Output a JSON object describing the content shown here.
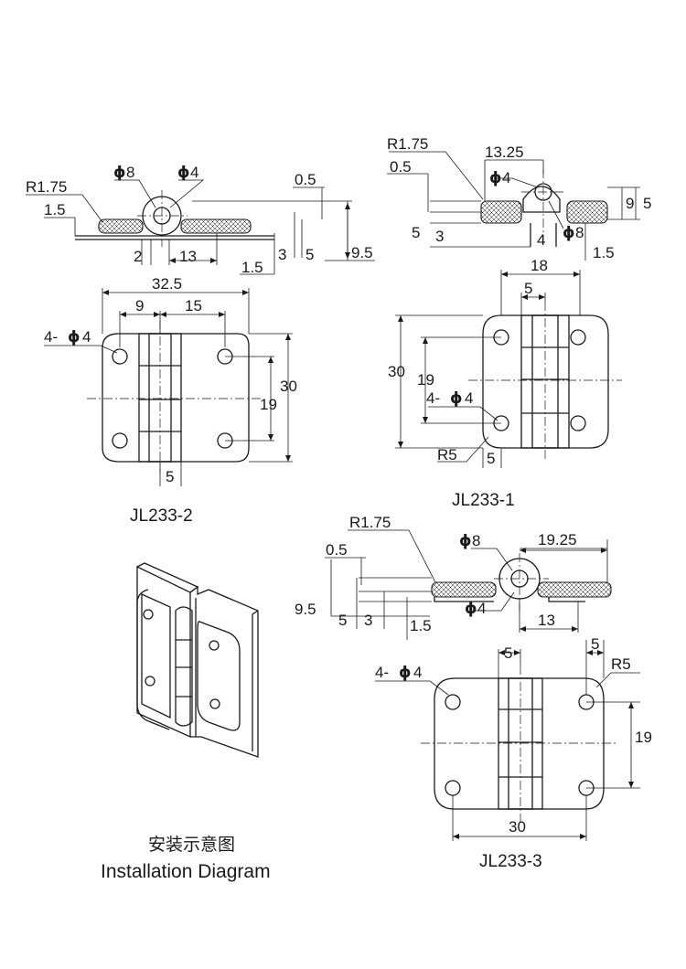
{
  "captions": {
    "jl2332": "JL233-2",
    "jl2331": "JL233-1",
    "jl2333": "JL233-3",
    "install_cn": "安装示意图",
    "install_en": "Installation Diagram"
  },
  "phi_symbol": "ϕ",
  "side_a": {
    "r": "R1.75",
    "phi8": "8",
    "phi4": "4",
    "d05": "0.5",
    "d15": "1.5",
    "d2": "2",
    "d13": "13",
    "d3": "3",
    "d5": "5",
    "d95": "9.5",
    "d15b": "1.5"
  },
  "side_b": {
    "r": "R1.75",
    "d1325": "13.25",
    "d05": "0.5",
    "phi4": "4",
    "phi8": "8",
    "d9": "9",
    "d5r": "5",
    "d5": "5",
    "d3": "3",
    "d4": "4",
    "d15": "1.5"
  },
  "side_c": {
    "r": "R1.75",
    "d05": "0.5",
    "phi8": "8",
    "d1925": "19.25",
    "d95": "9.5",
    "d5": "5",
    "d3": "3",
    "d15": "1.5",
    "phi4": "4",
    "d13": "13"
  },
  "plan_2": {
    "d325": "32.5",
    "d9": "9",
    "d15": "15",
    "holes": "4-",
    "phi4": "4",
    "d30": "30",
    "d19": "19",
    "d5": "5"
  },
  "plan_1": {
    "d18": "18",
    "d5": "5",
    "d30": "30",
    "d19": "19",
    "holes": "4-",
    "phi4": "4",
    "r5": "R5",
    "d5b": "5"
  },
  "plan_3": {
    "d5": "5",
    "d5b": "5",
    "r5": "R5",
    "holes": "4-",
    "phi4": "4",
    "d19": "19",
    "d30": "30"
  },
  "colors": {
    "line": "#1a1a1a",
    "background": "#ffffff"
  }
}
